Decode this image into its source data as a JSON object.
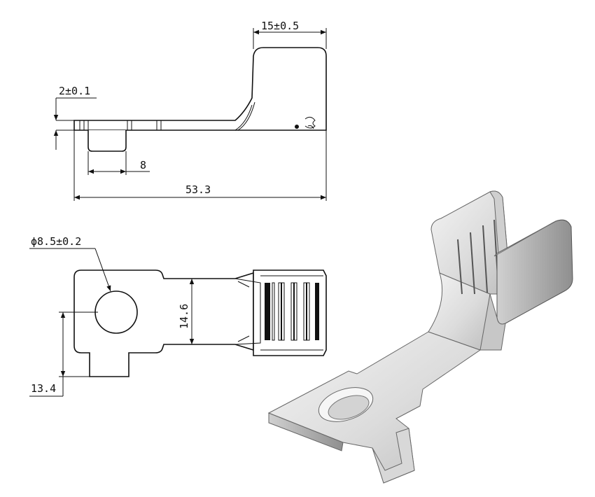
{
  "title": "",
  "side_view": {
    "dim_width_top": "15±0.5",
    "dim_thickness": "2±0.1",
    "dim_tab_width": "8",
    "dim_total_length": "53.3"
  },
  "top_view": {
    "dim_hole_diameter": "ϕ8.5±0.2",
    "dim_neck_width": "14.6",
    "dim_hole_offset": "13.4"
  },
  "iso_view": {
    "description": ""
  },
  "colors": {
    "line": "#111111",
    "shade_light": "#e6e6e6",
    "shade_dark": "#a9a9a9"
  }
}
